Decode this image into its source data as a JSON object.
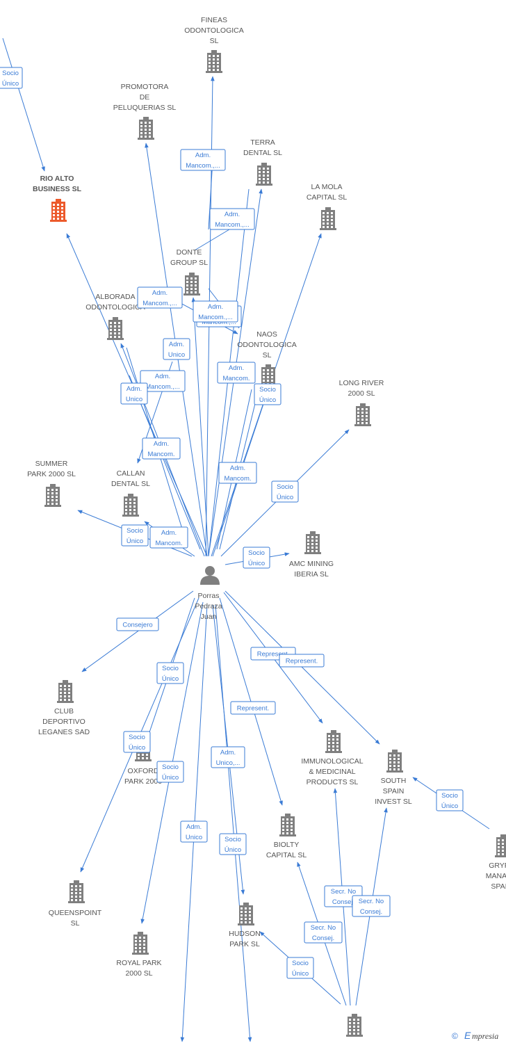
{
  "center": {
    "label": [
      "Porras",
      "Pedraza",
      "Juan"
    ]
  },
  "companies": [
    {
      "id": "fineas",
      "label": [
        "FINEAS",
        "ODONTOLOGICA",
        "SL"
      ]
    },
    {
      "id": "promotora",
      "label": [
        "PROMOTORA",
        "DE",
        "PELUQUERIAS SL"
      ]
    },
    {
      "id": "terra",
      "label": [
        "TERRA",
        "DENTAL SL"
      ]
    },
    {
      "id": "rioalto",
      "label": [
        "RIO ALTO",
        "BUSINESS  SL"
      ],
      "highlight": true
    },
    {
      "id": "lamola",
      "label": [
        "LA MOLA",
        "CAPITAL  SL"
      ]
    },
    {
      "id": "donte",
      "label": [
        "DONTE",
        "GROUP  SL"
      ]
    },
    {
      "id": "alborada",
      "label": [
        "ALBORADA",
        "ODONTOLOGICA"
      ]
    },
    {
      "id": "naos",
      "label": [
        "NAOS",
        "ODONTOLOGICA",
        "SL"
      ]
    },
    {
      "id": "longriver",
      "label": [
        "LONG RIVER",
        "2000  SL"
      ]
    },
    {
      "id": "summer",
      "label": [
        "SUMMER",
        "PARK 2000  SL"
      ]
    },
    {
      "id": "callan",
      "label": [
        "CALLAN",
        "DENTAL SL"
      ]
    },
    {
      "id": "amc",
      "label": [
        "AMC MINING",
        "IBERIA  SL"
      ]
    },
    {
      "id": "club",
      "label": [
        "CLUB",
        "DEPORTIVO",
        "LEGANES SAD"
      ]
    },
    {
      "id": "oxford",
      "label": [
        "OXFORD",
        "PARK 2000"
      ]
    },
    {
      "id": "immuno",
      "label": [
        "IMMUNOLOGICAL",
        "& MEDICINAL",
        "PRODUCTS SL"
      ]
    },
    {
      "id": "southspain",
      "label": [
        "SOUTH",
        "SPAIN",
        "INVEST SL"
      ]
    },
    {
      "id": "gryphon",
      "label": [
        "GRYP",
        "MANAG",
        "SPAI"
      ]
    },
    {
      "id": "biolty",
      "label": [
        "BIOLTY",
        "CAPITAL SL"
      ]
    },
    {
      "id": "queenspoint",
      "label": [
        "QUEENSPOINT",
        "SL"
      ]
    },
    {
      "id": "hudson",
      "label": [
        "HUDSON",
        "PARK SL"
      ]
    },
    {
      "id": "royal",
      "label": [
        "ROYAL PARK",
        "2000  SL"
      ]
    },
    {
      "id": "bottom",
      "label": []
    }
  ],
  "edge_labels": [
    {
      "id": "e1",
      "lines": [
        "Socio",
        "Único"
      ]
    },
    {
      "id": "e2",
      "lines": [
        "Adm.",
        "Mancom.,..."
      ]
    },
    {
      "id": "e3",
      "lines": [
        "Adm.",
        "Mancom.,..."
      ]
    },
    {
      "id": "e4",
      "lines": [
        "Adm.",
        "Mancom.,..."
      ]
    },
    {
      "id": "e5",
      "lines": [
        "Adm.",
        "Mancom.,..."
      ]
    },
    {
      "id": "e5b",
      "lines": [
        "Adm.",
        "Mancom.,..."
      ]
    },
    {
      "id": "e6",
      "lines": [
        "Adm.",
        "Unico"
      ]
    },
    {
      "id": "e7",
      "lines": [
        "Adm.",
        "Mancom."
      ]
    },
    {
      "id": "e8",
      "lines": [
        "Adm.",
        "Mancom.,..."
      ]
    },
    {
      "id": "e9",
      "lines": [
        "Socio",
        "Único"
      ]
    },
    {
      "id": "e10",
      "lines": [
        "Adm.",
        "Unico"
      ]
    },
    {
      "id": "e11",
      "lines": [
        "Adm.",
        "Mancom."
      ]
    },
    {
      "id": "e12",
      "lines": [
        "Adm.",
        "Mancom."
      ]
    },
    {
      "id": "e13",
      "lines": [
        "Socio",
        "Único"
      ]
    },
    {
      "id": "e14",
      "lines": [
        "Socio",
        "Único"
      ]
    },
    {
      "id": "e15",
      "lines": [
        "Adm.",
        "Mancom."
      ]
    },
    {
      "id": "e16",
      "lines": [
        "Socio",
        "Único"
      ]
    },
    {
      "id": "e17",
      "lines": [
        "Consejero"
      ]
    },
    {
      "id": "e18",
      "lines": [
        "Represent."
      ]
    },
    {
      "id": "e19",
      "lines": [
        "Represent."
      ]
    },
    {
      "id": "e20",
      "lines": [
        "Socio",
        "Único"
      ]
    },
    {
      "id": "e21",
      "lines": [
        "Represent."
      ]
    },
    {
      "id": "e22",
      "lines": [
        "Socio",
        "Único"
      ]
    },
    {
      "id": "e23",
      "lines": [
        "Adm.",
        "Unico,..."
      ]
    },
    {
      "id": "e24",
      "lines": [
        "Socio",
        "Único"
      ]
    },
    {
      "id": "e25",
      "lines": [
        "Adm.",
        "Unico"
      ]
    },
    {
      "id": "e26",
      "lines": [
        "Socio",
        "Único"
      ]
    },
    {
      "id": "e27",
      "lines": [
        "Socio",
        "Único"
      ]
    },
    {
      "id": "e28",
      "lines": [
        "Secr.  No",
        "Consej."
      ]
    },
    {
      "id": "e29",
      "lines": [
        "Secr.  No",
        "Consej."
      ]
    },
    {
      "id": "e30",
      "lines": [
        "Secr.  No",
        "Consej."
      ]
    },
    {
      "id": "e31",
      "lines": [
        "Socio",
        "Único"
      ]
    }
  ],
  "footer": {
    "copyright": "©",
    "brand_initial": "E",
    "brand_rest": "mpresia"
  },
  "colors": {
    "edge": "#3a7bd5",
    "node": "#7f7f7f",
    "highlight": "#ec5a2c",
    "label": "#555555"
  },
  "icons": {
    "company": "building-icon",
    "person": "person-icon"
  }
}
